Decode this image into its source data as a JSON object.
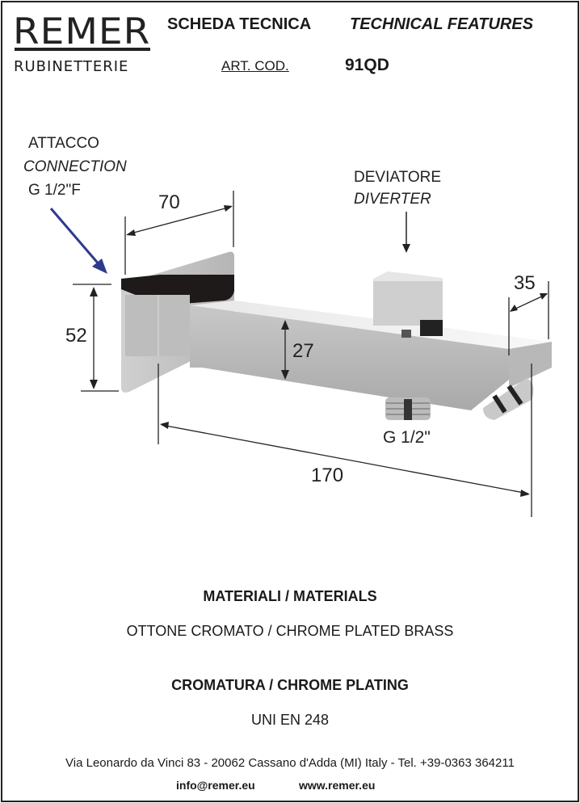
{
  "header": {
    "brand": "REMER",
    "brand_sub": "RUBINETTERIE",
    "title_it": "SCHEDA TECNICA",
    "title_en": "TECHNICAL FEATURES",
    "art_label": "ART. COD.",
    "art_code": "91QD"
  },
  "drawing": {
    "connection_it": "ATTACCO",
    "connection_en": "CONNECTION",
    "connection_size": "G 1/2\"F",
    "diverter_it": "DEVIATORE",
    "diverter_en": "DIVERTER",
    "dim_depth": "70",
    "dim_plate_height": "52",
    "dim_body_height": "27",
    "dim_spout_width": "35",
    "dim_length": "170",
    "outlet_size": "G 1/2\"",
    "arrow_color": "#2e3a8c"
  },
  "specs": {
    "materials_heading": "MATERIALI / MATERIALS",
    "materials_value": "OTTONE CROMATO / CHROME PLATED BRASS",
    "plating_heading": "CROMATURA / CHROME PLATING",
    "plating_value": "UNI EN 248"
  },
  "footer": {
    "address": "Via Leonardo da Vinci 83 - 20062 Cassano d'Adda (MI) Italy - Tel. +39-0363 364211",
    "email": "info@remer.eu",
    "website": "www.remer.eu"
  }
}
